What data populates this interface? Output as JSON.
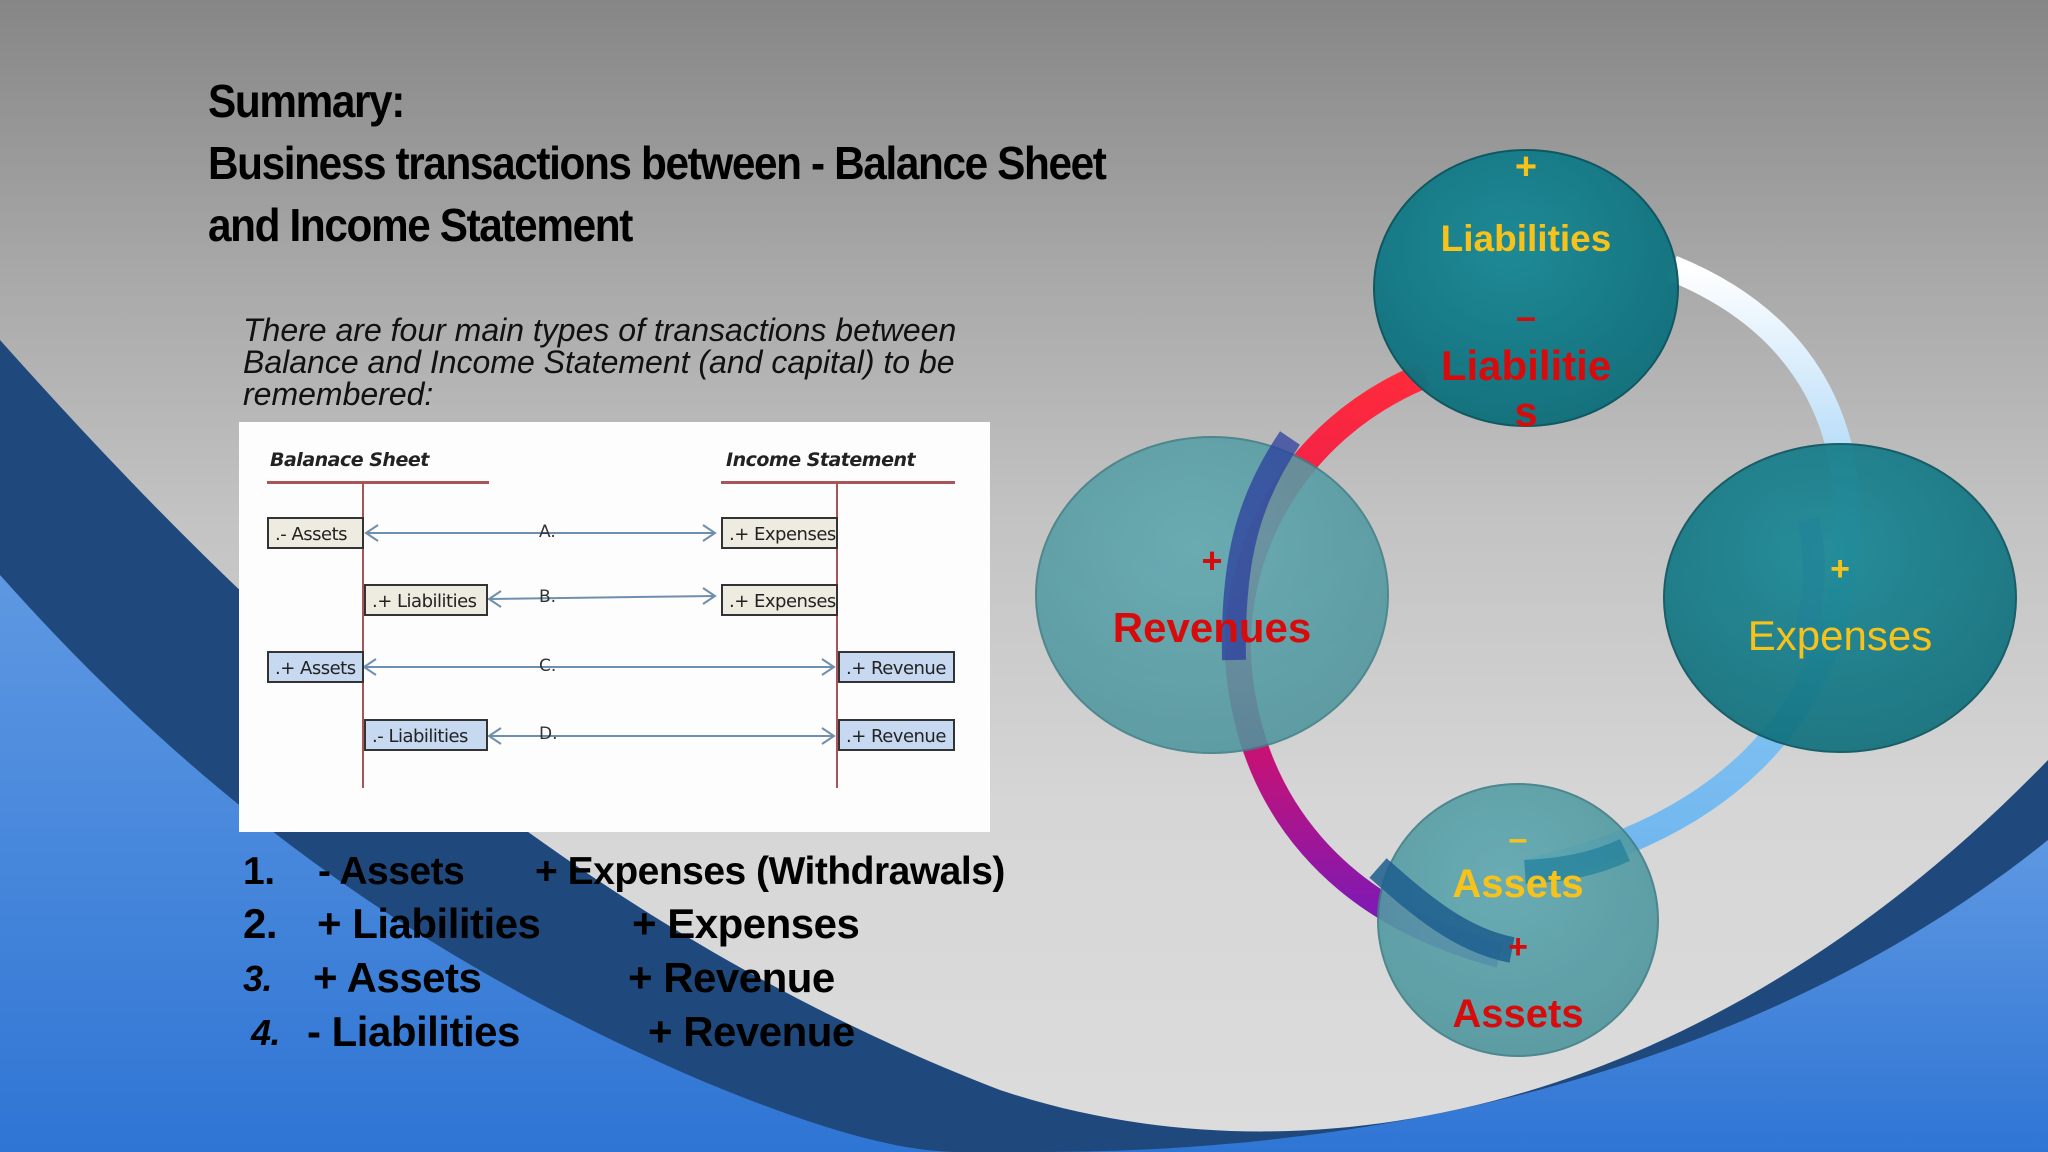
{
  "slide": {
    "title_lines": [
      "Summary:",
      "Business transactions  between  - Balance Sheet",
      "and Income  Statement"
    ],
    "intro_lines": [
      "There are four main types of transactions between",
      "Balance and Income Statement (and capital) to be",
      "remembered:"
    ]
  },
  "figure": {
    "left_header": "Balanace Sheet",
    "right_header": "Income Statement",
    "rows": [
      {
        "letter": "A.",
        "left": ".- Assets",
        "right": ".+ Expenses"
      },
      {
        "letter": "B.",
        "left": ".+ Liabilities",
        "right": ".+ Expenses"
      },
      {
        "letter": "C.",
        "left": ".+ Assets",
        "right": ".+ Revenue"
      },
      {
        "letter": "D.",
        "left": ".- Liabilities",
        "right": ".+ Revenue"
      }
    ]
  },
  "list": {
    "items": [
      {
        "num": "1.",
        "left": "- Assets",
        "right": "+ Expenses (Withdrawals)"
      },
      {
        "num": "2.",
        "left": "+ Liabilities",
        "right": "+ Expenses"
      },
      {
        "num": "3.",
        "left": "+ Assets",
        "right": "+ Revenue"
      },
      {
        "num": "4.",
        "left": "- Liabilities",
        "right": "+ Revenue"
      }
    ]
  },
  "cycle": {
    "liabilities": {
      "plus_sign": "+",
      "plus_label": "Liabilities",
      "minus_sign": "–",
      "minus_label_1": "Liabilitie",
      "minus_label_2": "s"
    },
    "revenues": {
      "sign": "+",
      "label": "Revenues"
    },
    "expenses": {
      "sign": "+",
      "label": "Expenses"
    },
    "assets": {
      "minus_sign": "–",
      "minus_label": "Assets",
      "plus_sign": "+",
      "plus_label": "Assets"
    }
  },
  "colors": {
    "dark_blue": "#1f497d",
    "light_blue": "#4f8fde",
    "teal": "#137c8b",
    "yellow": "#f7c31b",
    "red": "#d60c0c"
  }
}
